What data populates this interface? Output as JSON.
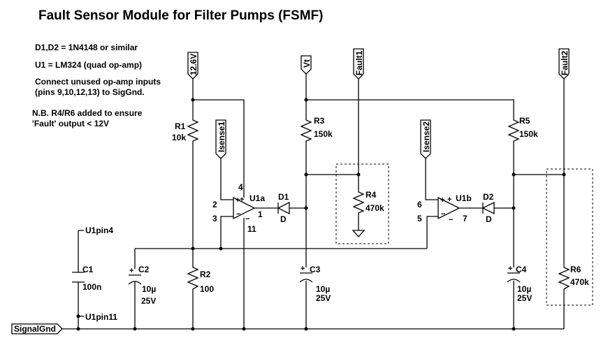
{
  "title": "Fault Sensor Module for Filter Pumps (FSMF)",
  "notes": {
    "diodes": "D1,D2 = 1N4148 or similar",
    "opamp": "U1 = LM324 (quad op-amp)",
    "unused_1": "Connect unused op-amp inputs",
    "unused_2": "(pins 9,10,12,13) to SigGnd.",
    "nb_1": "N.B. R4/R6 added to ensure",
    "nb_2": "'Fault' output < 12V"
  },
  "ports": {
    "v12": "12.6V",
    "vt": "Vt",
    "fault1": "Fault1",
    "fault2": "Fault2",
    "isense1": "Isense1",
    "isense2": "Isense2",
    "signalgnd": "SignalGnd"
  },
  "components": {
    "r1": {
      "name": "R1",
      "value": "10k"
    },
    "r2": {
      "name": "R2",
      "value": "100"
    },
    "r3": {
      "name": "R3",
      "value": "150k"
    },
    "r4": {
      "name": "R4",
      "value": "470k"
    },
    "r5": {
      "name": "R5",
      "value": "150k"
    },
    "r6": {
      "name": "R6",
      "value": "470k"
    },
    "c1": {
      "name": "C1",
      "value": "100n"
    },
    "c2": {
      "name": "C2",
      "value": "10µ",
      "voltage": "25V"
    },
    "c3": {
      "name": "C3",
      "value": "10µ",
      "voltage": "25V"
    },
    "c4": {
      "name": "C4",
      "value": "10µ",
      "voltage": "25V"
    },
    "d1": {
      "name": "D1",
      "type": "D"
    },
    "d2": {
      "name": "D2",
      "type": "D"
    },
    "u1a": {
      "name": "U1a",
      "pin_plus": "2",
      "pin_minus": "3",
      "pin_out": "1",
      "pin_vcc": "4",
      "pin_gnd": "11"
    },
    "u1b": {
      "name": "U1b",
      "pin_plus": "6",
      "pin_minus": "5",
      "pin_out": "7"
    }
  },
  "nets": {
    "u1pin4": "U1pin4",
    "u1pin11": "U1pin11"
  }
}
